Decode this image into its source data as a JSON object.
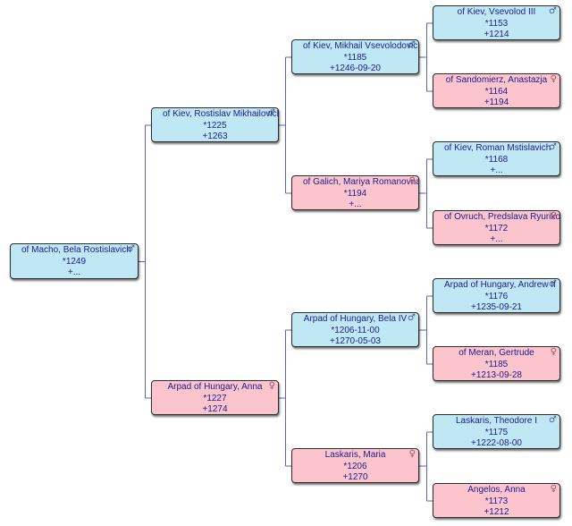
{
  "tree": {
    "people": [
      {
        "id": "p1",
        "name": "of Macho, Bela Rostislavich",
        "birth": "*1249",
        "death": "+...",
        "sex": "male"
      },
      {
        "id": "p2",
        "name": "of Kiev, Rostislav Mikhailovich",
        "birth": "*1225",
        "death": "+1263",
        "sex": "male"
      },
      {
        "id": "p3",
        "name": "Arpad of Hungary, Anna",
        "birth": "*1227",
        "death": "+1274",
        "sex": "female"
      },
      {
        "id": "p4",
        "name": "of Kiev, Mikhail Vsevolodovich",
        "birth": "*1185",
        "death": "+1246-09-20",
        "sex": "male"
      },
      {
        "id": "p5",
        "name": "of Galich, Mariya Romanovna",
        "birth": "*1194",
        "death": "+...",
        "sex": "female"
      },
      {
        "id": "p6",
        "name": "Arpad of Hungary, Bela IV",
        "birth": "*1206-11-00",
        "death": "+1270-05-03",
        "sex": "male"
      },
      {
        "id": "p7",
        "name": "Laskaris, Maria",
        "birth": "*1206",
        "death": "+1270",
        "sex": "female"
      },
      {
        "id": "p8",
        "name": "of Kiev, Vsevolod III",
        "birth": "*1153",
        "death": "+1214",
        "sex": "male"
      },
      {
        "id": "p9",
        "name": "of Sandomierz, Anastazja",
        "birth": "*1164",
        "death": "+1194",
        "sex": "female"
      },
      {
        "id": "p10",
        "name": "of Kiev, Roman Mstislavich",
        "birth": "*1168",
        "death": "+...",
        "sex": "male"
      },
      {
        "id": "p11",
        "name": "of Ovruch, Predslava Ryurikovna",
        "birth": "*1172",
        "death": "+...",
        "sex": "female"
      },
      {
        "id": "p12",
        "name": "Arpad of Hungary, Andrew II",
        "birth": "*1176",
        "death": "+1235-09-21",
        "sex": "male"
      },
      {
        "id": "p13",
        "name": "of Meran, Gertrude",
        "birth": "*1185",
        "death": "+1213-09-28",
        "sex": "female"
      },
      {
        "id": "p14",
        "name": "Laskaris, Theodore I",
        "birth": "*1175",
        "death": "+1222-08-00",
        "sex": "male"
      },
      {
        "id": "p15",
        "name": "Angelos, Anna",
        "birth": "*1173",
        "death": "+1212",
        "sex": "female"
      }
    ],
    "sex_symbols": {
      "male": "♂",
      "female": "♀"
    },
    "colors": {
      "male_box": "#bfe7f4",
      "female_box": "#fcc4cc",
      "text": "#1c1c8c",
      "connector": "#5b64b8"
    }
  }
}
